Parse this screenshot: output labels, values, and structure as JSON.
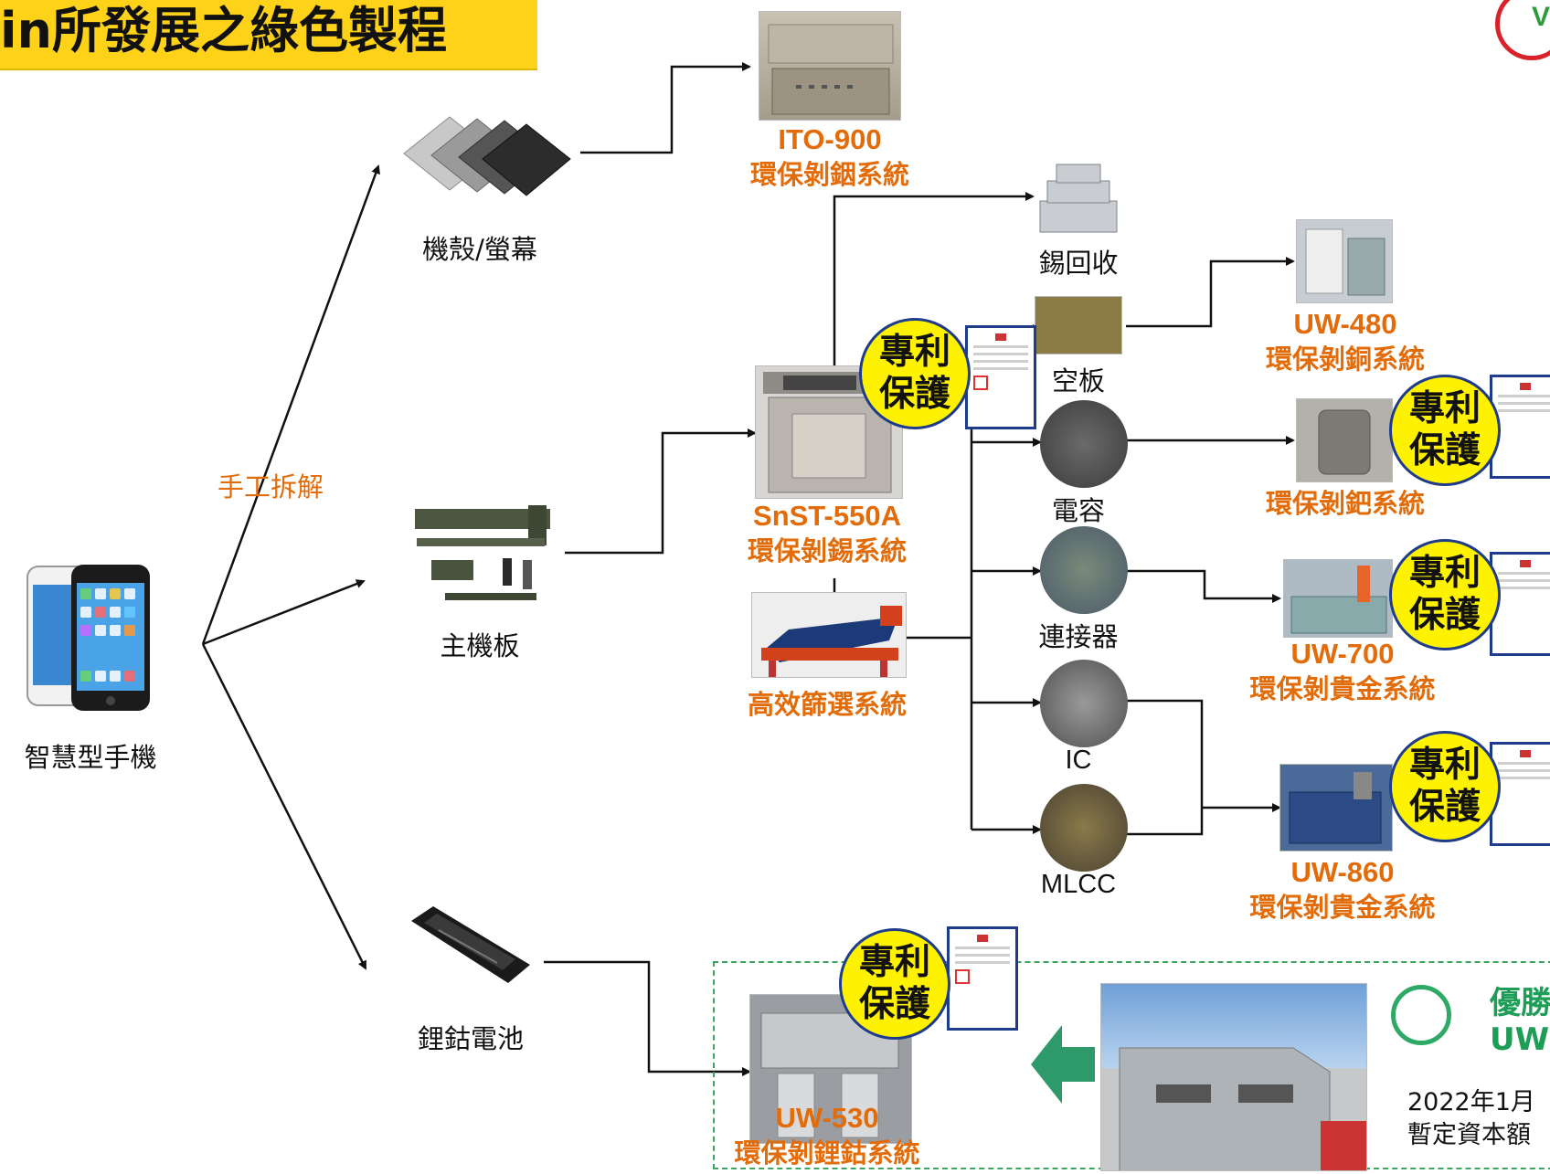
{
  "title": "in所發展之綠色製程",
  "phone": {
    "label": "智慧型手機"
  },
  "manual_label": "手工拆解",
  "parts": {
    "screen": "機殼/螢幕",
    "board": "主機板",
    "battery": "鋰鈷電池"
  },
  "systems": {
    "ito900": {
      "code": "ITO-900",
      "name": "環保剝銦系統"
    },
    "snst550a": {
      "code": "SnST-550A",
      "name": "環保剝錫系統"
    },
    "screening": {
      "name": "高效篩選系統"
    },
    "uw480": {
      "code": "UW-480",
      "name": "環保剝銅系統"
    },
    "pd": {
      "name": "環保剝鈀系統"
    },
    "uw700": {
      "code": "UW-700",
      "name": "環保剝貴金系統"
    },
    "uw860": {
      "code": "UW-860",
      "name": "環保剝貴金系統"
    },
    "uw530": {
      "code": "UW-530",
      "name": "環保剝鋰鈷系統"
    }
  },
  "outputs": {
    "tin": "錫回收",
    "empty_board": "空板",
    "capacitor": "電容",
    "connector": "連接器",
    "ic": "IC",
    "mlcc": "MLCC"
  },
  "patent": {
    "line1": "專利",
    "line2": "保護"
  },
  "uwin": {
    "name_line1": "優勝",
    "name_line2": "UWi",
    "date_line1": "2022年1月",
    "date_line2": "暫定資本額"
  },
  "colors": {
    "accent_orange": "#e36c0a",
    "title_bg": "#ffd21a",
    "badge_yellow": "#fff200",
    "green": "#1e9d57"
  }
}
